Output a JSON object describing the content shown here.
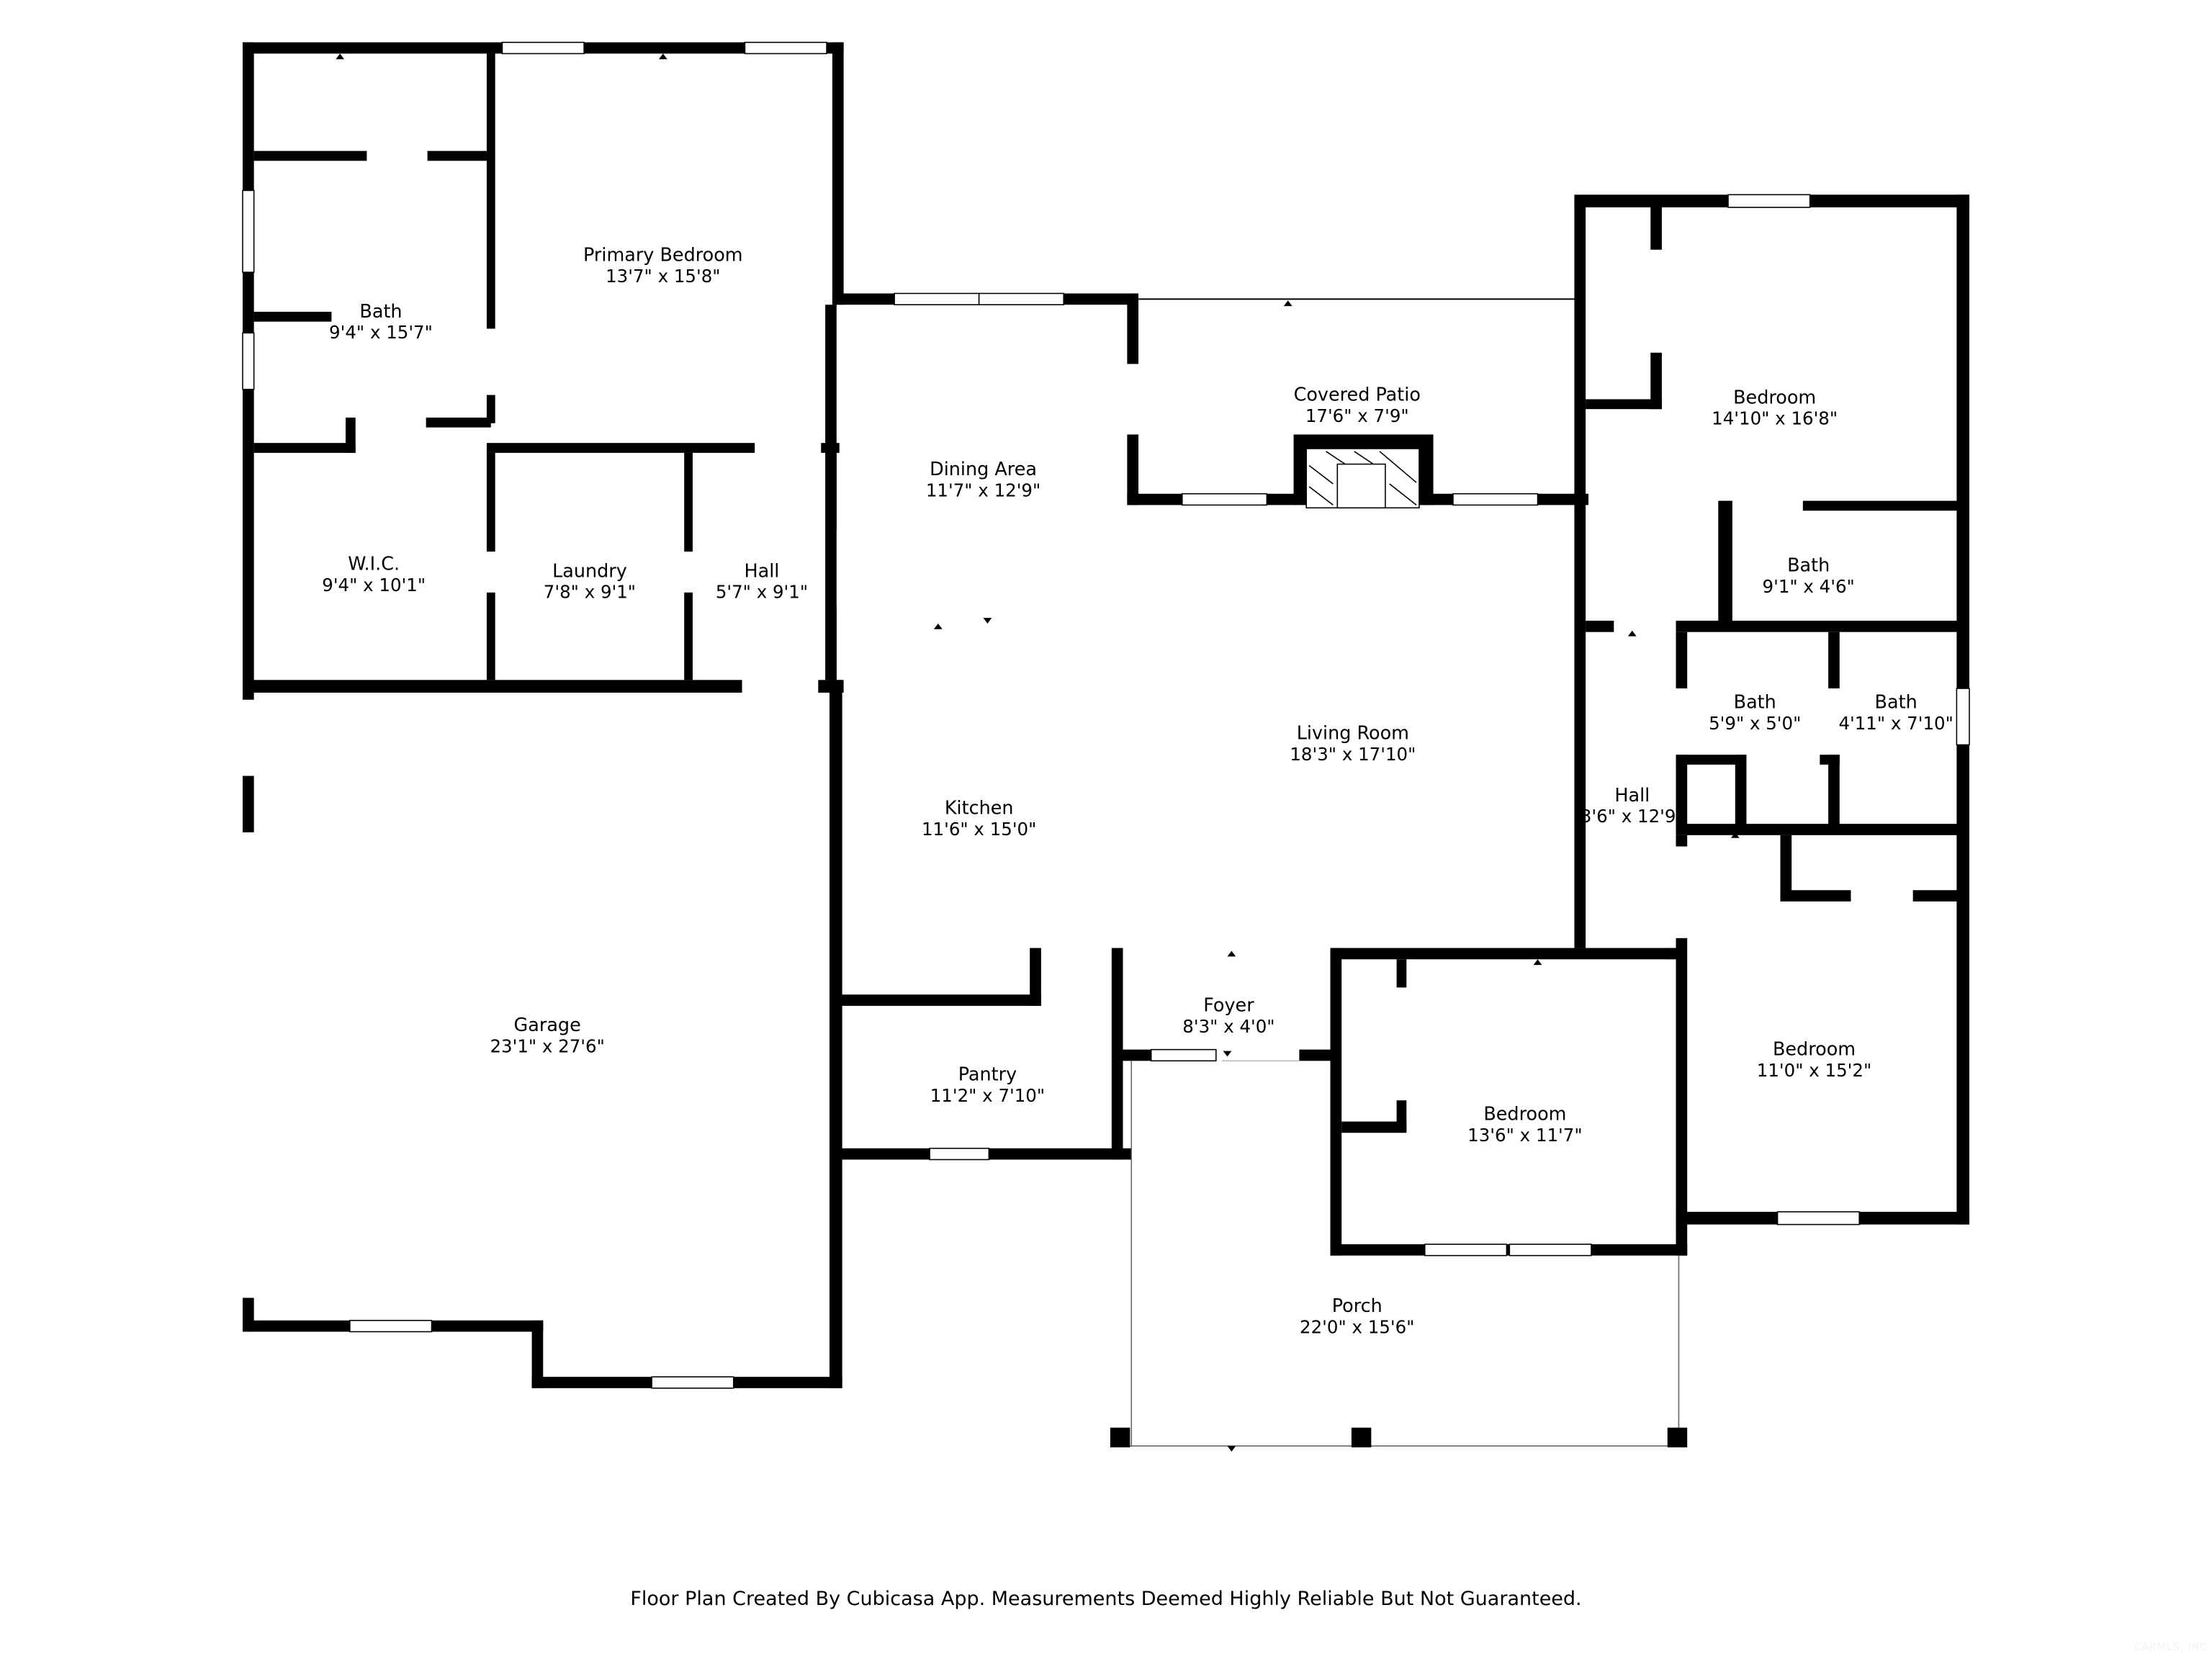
{
  "floor_plan": {
    "rooms": [
      {
        "id": "primary-bedroom",
        "name": "Primary Bedroom",
        "dims": "13'7\" x 15'8\""
      },
      {
        "id": "primary-bath",
        "name": "Bath",
        "dims": "9'4\" x 15'7\""
      },
      {
        "id": "wic",
        "name": "W.I.C.",
        "dims": "9'4\" x 10'1\""
      },
      {
        "id": "laundry",
        "name": "Laundry",
        "dims": "7'8\" x 9'1\""
      },
      {
        "id": "hall-west",
        "name": "Hall",
        "dims": "5'7\" x 9'1\""
      },
      {
        "id": "garage",
        "name": "Garage",
        "dims": "23'1\" x 27'6\""
      },
      {
        "id": "dining-area",
        "name": "Dining Area",
        "dims": "11'7\" x 12'9\""
      },
      {
        "id": "kitchen",
        "name": "Kitchen",
        "dims": "11'6\" x 15'0\""
      },
      {
        "id": "pantry",
        "name": "Pantry",
        "dims": "11'2\" x 7'10\""
      },
      {
        "id": "covered-patio",
        "name": "Covered Patio",
        "dims": "17'6\" x 7'9\""
      },
      {
        "id": "living-room",
        "name": "Living Room",
        "dims": "18'3\" x 17'10\""
      },
      {
        "id": "foyer",
        "name": "Foyer",
        "dims": "8'3\" x 4'0\""
      },
      {
        "id": "porch",
        "name": "Porch",
        "dims": "22'0\" x 15'6\""
      },
      {
        "id": "bedroom-ne",
        "name": "Bedroom",
        "dims": "14'10\" x 16'8\""
      },
      {
        "id": "bath-ne",
        "name": "Bath",
        "dims": "9'1\" x 4'6\""
      },
      {
        "id": "bath-mid",
        "name": "Bath",
        "dims": "5'9\" x 5'0\""
      },
      {
        "id": "bath-east",
        "name": "Bath",
        "dims": "4'11\" x 7'10\""
      },
      {
        "id": "hall-east",
        "name": "Hall",
        "dims": "3'6\" x 12'9\""
      },
      {
        "id": "bedroom-se",
        "name": "Bedroom",
        "dims": "11'0\" x 15'2\""
      },
      {
        "id": "bedroom-front",
        "name": "Bedroom",
        "dims": "13'6\" x 11'7\""
      }
    ]
  },
  "footer": {
    "disclaimer": "Floor Plan Created By Cubicasa App. Measurements Deemed Highly Reliable But Not Guaranteed."
  },
  "watermark": {
    "text": "CARMLS, INC"
  },
  "colors": {
    "wall": "#000000",
    "background": "#ffffff"
  }
}
